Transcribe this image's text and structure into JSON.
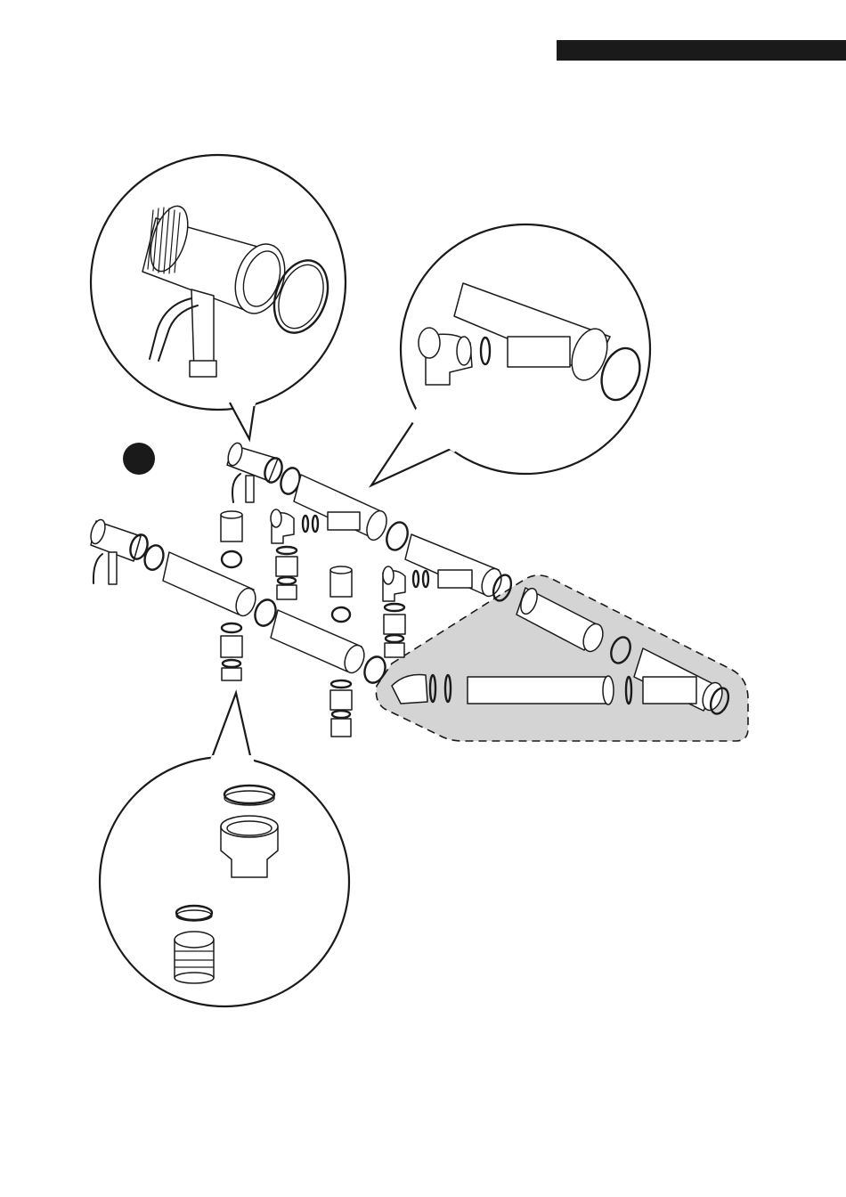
{
  "page": {
    "header_bar_color": "#1a1a1a",
    "step_marker_color": "#1a1a1a",
    "highlight_zone_color": "#d4d4d4",
    "line_color": "#1a1a1a"
  },
  "callouts": [
    {
      "id": "trap-detail",
      "depicts": "drain-trap-assembly"
    },
    {
      "id": "branch-tee-detail",
      "depicts": "branch-tee-with-elbow"
    },
    {
      "id": "adapter-detail",
      "depicts": "reducer-adapter-and-seal"
    }
  ]
}
